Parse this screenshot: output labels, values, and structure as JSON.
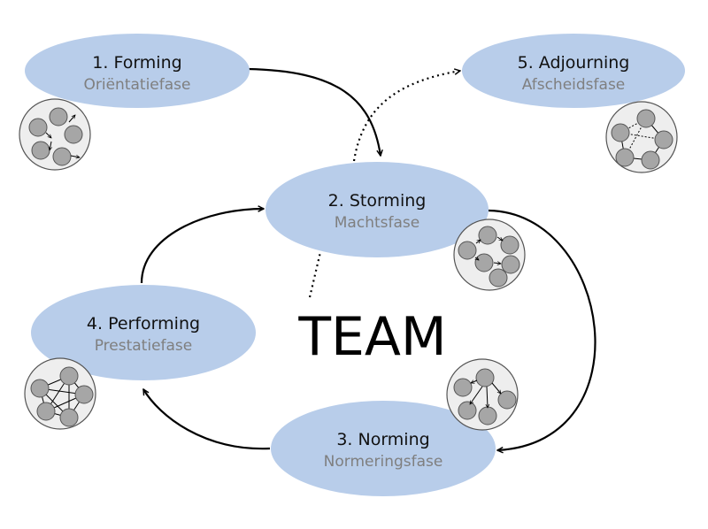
{
  "center_label": "TEAM",
  "colors": {
    "stage_fill": "#b8cdea",
    "group_fill": "#eeeeee",
    "member_fill": "#a6a6a6",
    "text_secondary": "#7f7f7f"
  },
  "stages": [
    {
      "id": "forming",
      "title": "1.  Forming",
      "subtitle": "Oriëntatiefase"
    },
    {
      "id": "storming",
      "title": "2. Storming",
      "subtitle": "Machtsfase"
    },
    {
      "id": "norming",
      "title": "3. Norming",
      "subtitle": "Normeringsfase"
    },
    {
      "id": "performing",
      "title": "4. Performing",
      "subtitle": "Prestatiefase"
    },
    {
      "id": "adjourning",
      "title": "5. Adjourning",
      "subtitle": "Afscheidsfase"
    }
  ],
  "transitions": [
    {
      "from": "forming",
      "to": "storming",
      "style": "solid"
    },
    {
      "from": "storming",
      "to": "norming",
      "style": "solid"
    },
    {
      "from": "norming",
      "to": "performing",
      "style": "solid"
    },
    {
      "from": "performing",
      "to": "storming",
      "style": "solid"
    },
    {
      "from": "storming",
      "to": "adjourning",
      "style": "dotted"
    },
    {
      "from": "team",
      "to": "storming",
      "style": "dotted"
    }
  ]
}
